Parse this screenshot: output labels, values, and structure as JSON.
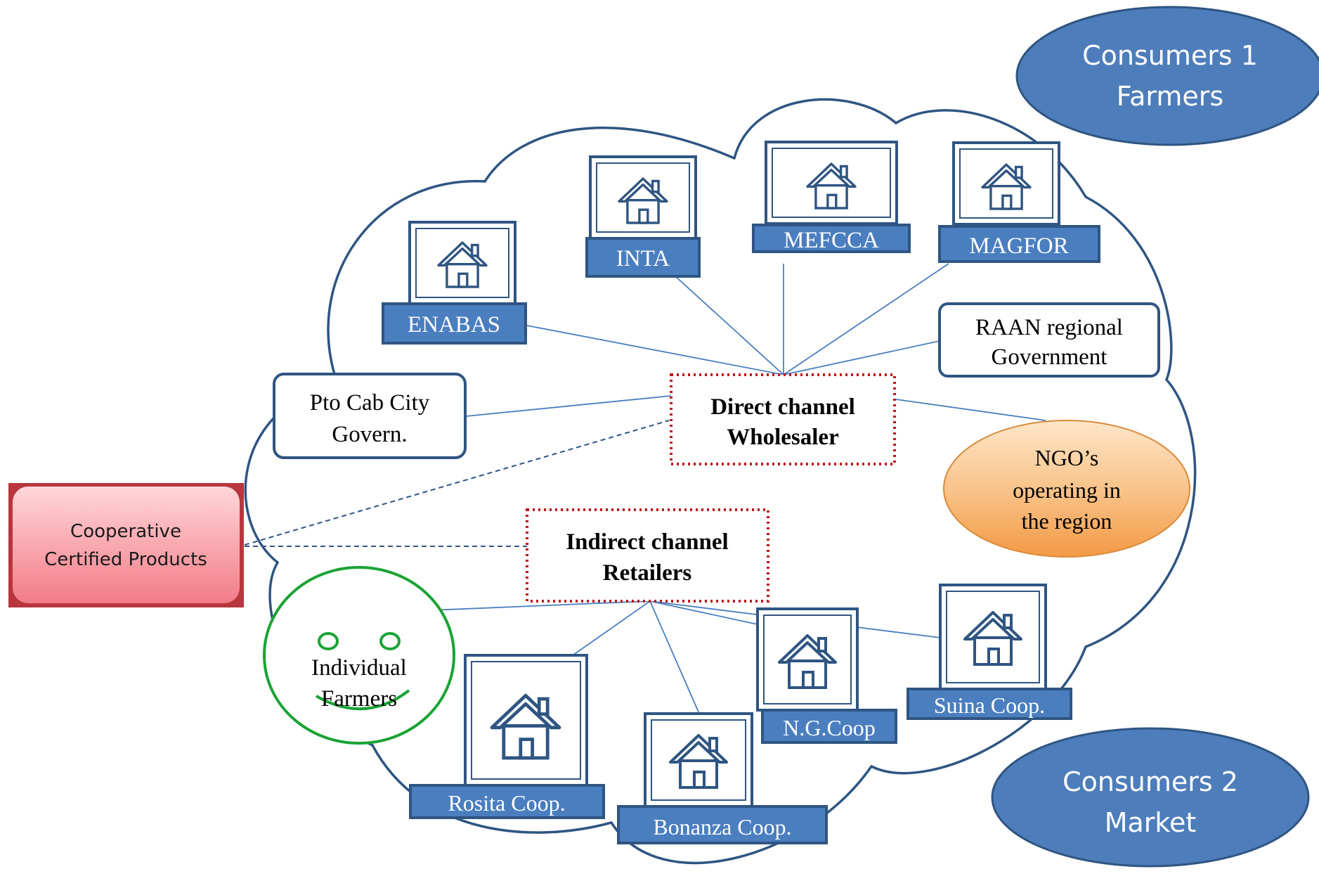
{
  "consumers": {
    "c1_line1": "Consumers 1",
    "c1_line2": "Farmers",
    "c2_line1": "Consumers 2",
    "c2_line2": "Market"
  },
  "institutions": {
    "enabas": "ENABAS",
    "inta": "INTA",
    "mefcca": "MEFCCA",
    "magfor": "MAGFOR"
  },
  "government": {
    "raan_line1": "RAAN regional",
    "raan_line2": "Government",
    "ptocab_line1": "Pto Cab City",
    "ptocab_line2": "Govern."
  },
  "channels": {
    "direct_line1": "Direct channel",
    "direct_line2": "Wholesaler",
    "indirect_line1": "Indirect channel",
    "indirect_line2": "Retailers"
  },
  "ngo": {
    "line1": "NGO’s",
    "line2": "operating in",
    "line3": "the region"
  },
  "cooperative": {
    "line1": "Cooperative",
    "line2": "Certified Products"
  },
  "farmers": {
    "line1": "Individual",
    "line2": "Farmers"
  },
  "coops": {
    "suina": "Suina Coop.",
    "ng": "N.G.Coop",
    "rosita": "Rosita Coop.",
    "bonanza": "Bonanza Coop."
  },
  "colors": {
    "dark_blue": "#2f5582",
    "mid_blue": "#4a7ebf",
    "ellipse_blue": "#4e7dbb",
    "dashed_red": "#c0161b",
    "green": "#1aa335",
    "ngo_orange": "#f6b56f",
    "coop_pink": "#f48b94"
  }
}
